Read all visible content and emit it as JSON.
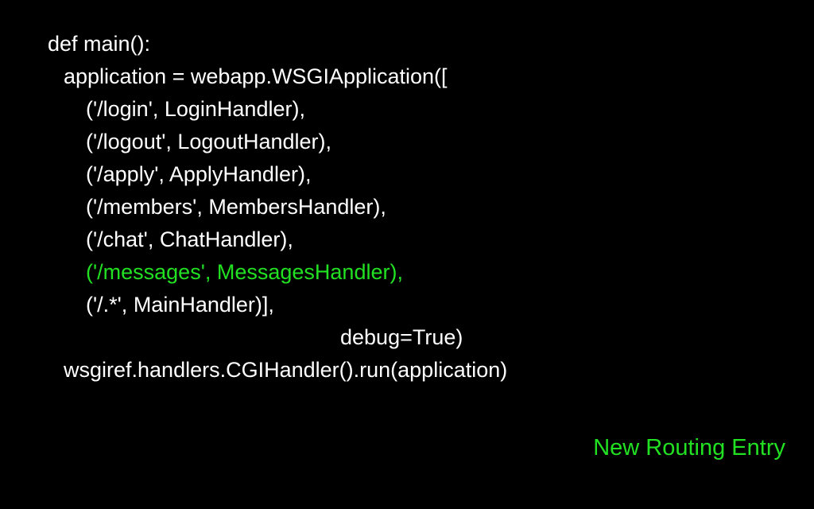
{
  "slide": {
    "code_lines": [
      "def main():",
      "application = webapp.WSGIApplication([",
      "('/login', LoginHandler),",
      "('/logout', LogoutHandler),",
      "('/apply', ApplyHandler),",
      "('/members', MembersHandler),",
      "('/chat', ChatHandler),",
      "('/messages', MessagesHandler),",
      "('/.*', MainHandler)],",
      "debug=True)",
      "wsgiref.handlers.CGIHandler().run(application)"
    ],
    "caption": "New Routing Entry"
  },
  "colors": {
    "background": "#000000",
    "text": "#ffffff",
    "highlight": "#22e022"
  }
}
